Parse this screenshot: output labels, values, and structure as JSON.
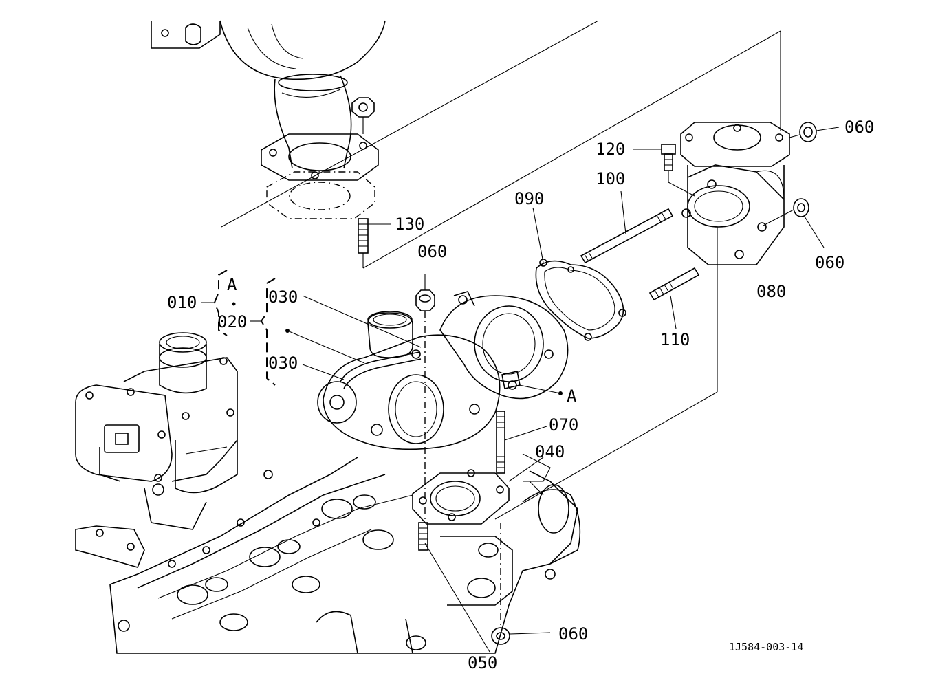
{
  "figure_id": "1J584-003-14",
  "labels": {
    "p010": "010",
    "p020": "020",
    "a_top": "A",
    "p030_upper": "030",
    "p030_lower": "030",
    "a_ref": "A",
    "p040": "040",
    "p050": "050",
    "p060_top_right": "060",
    "p060_right": "060",
    "p060_center": "060",
    "p060_bottom": "060",
    "p070": "070",
    "p080": "080",
    "p090": "090",
    "p100": "100",
    "p110": "110",
    "p120": "120",
    "p130": "130"
  }
}
